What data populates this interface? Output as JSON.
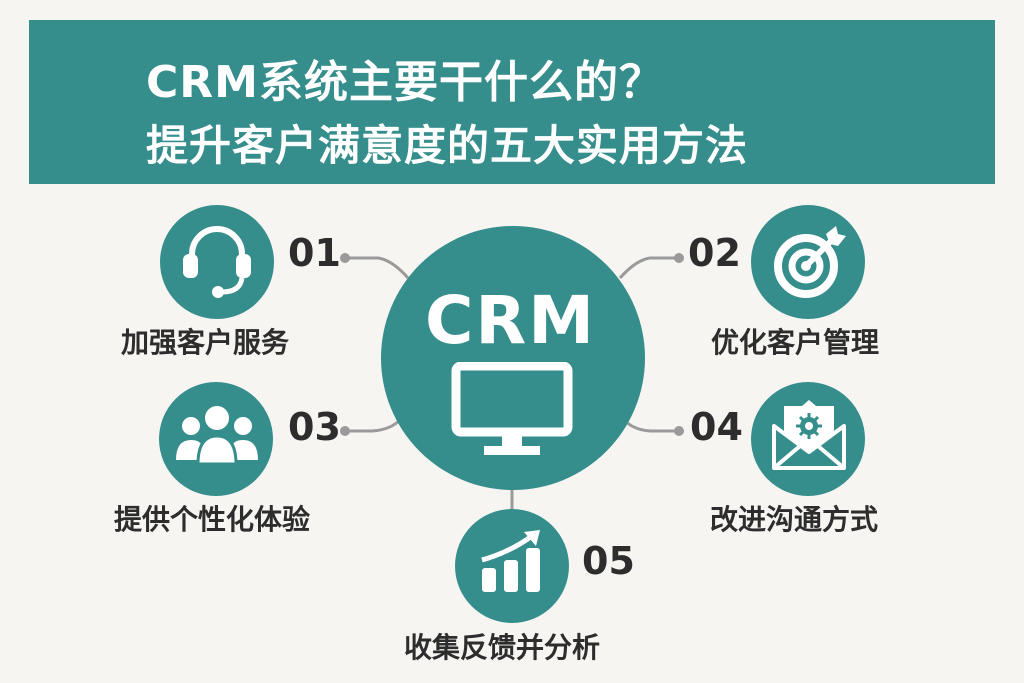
{
  "header": {
    "title_line1": "CRM系统主要干什么的？",
    "title_line2": "提升客户满意度的五大实用方法"
  },
  "center": {
    "label": "CRM",
    "icon": "monitor-icon"
  },
  "colors": {
    "teal": "#368e8c",
    "background": "#f6f5f2",
    "text": "#2d2d2d",
    "connector": "#9a9a9a"
  },
  "methods": [
    {
      "number": "01",
      "label": "加强客户服务",
      "icon": "headset-icon"
    },
    {
      "number": "02",
      "label": "优化客户管理",
      "icon": "target-icon"
    },
    {
      "number": "03",
      "label": "提供个性化体验",
      "icon": "users-icon"
    },
    {
      "number": "04",
      "label": "改进沟通方式",
      "icon": "envelope-gear-icon"
    },
    {
      "number": "05",
      "label": "收集反馈并分析",
      "icon": "growth-chart-icon"
    }
  ]
}
